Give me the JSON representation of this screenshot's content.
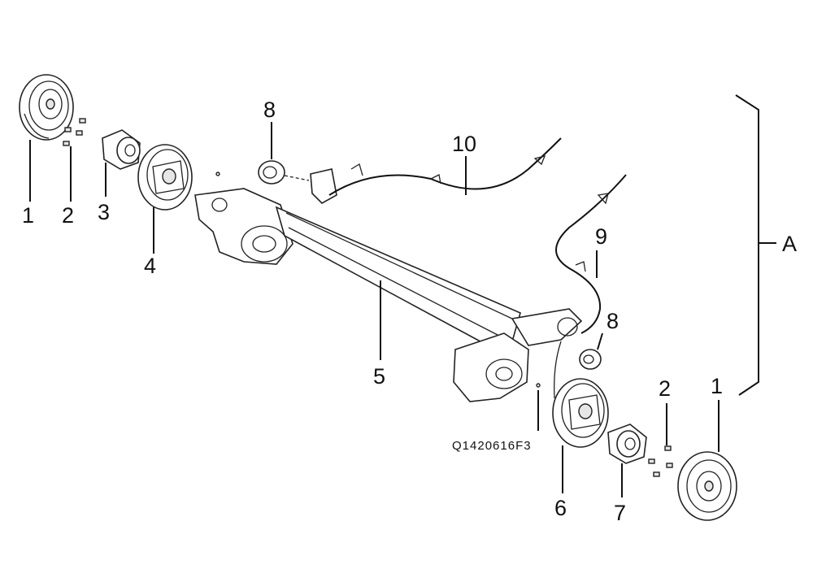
{
  "callouts": {
    "c1_left": "1",
    "c2_left": "2",
    "c3": "3",
    "c4": "4",
    "c5": "5",
    "c6": "6",
    "c7": "7",
    "c8_top": "8",
    "c8_right": "8",
    "c9": "9",
    "c10": "10",
    "c2_right": "2",
    "c1_right": "1",
    "assembly": "A"
  },
  "figure_code": "Q1420616F3"
}
